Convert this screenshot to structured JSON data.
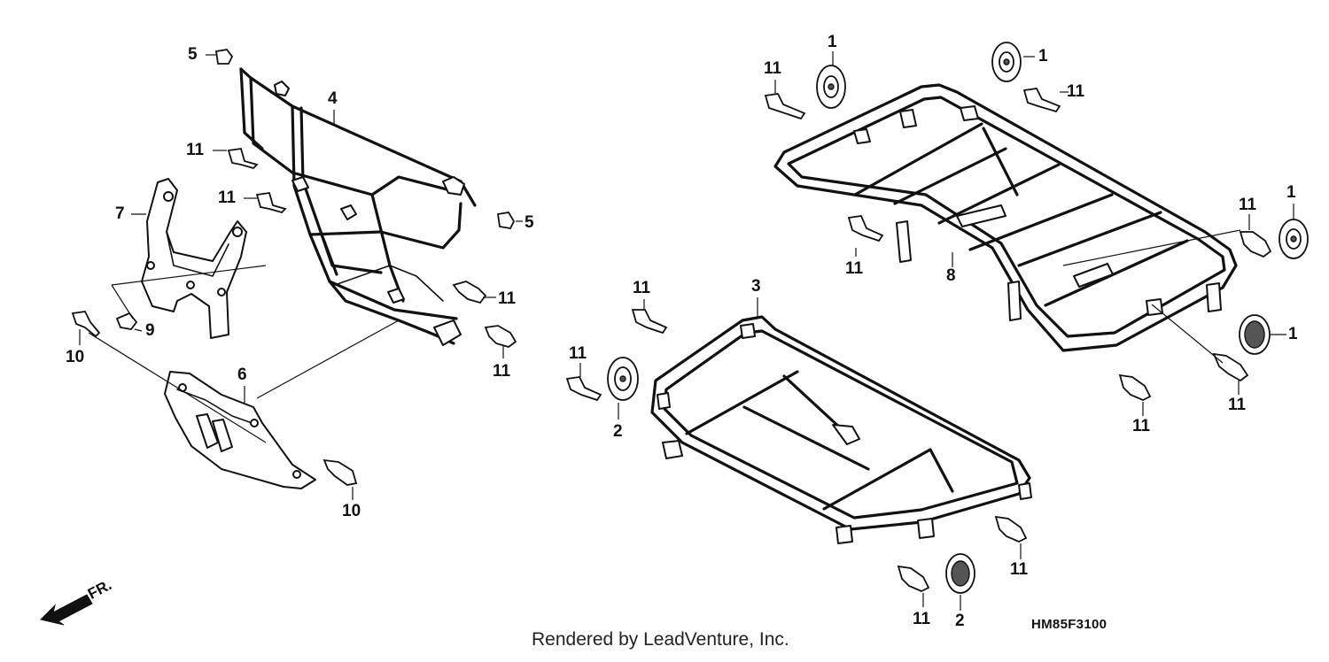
{
  "diagram": {
    "code": "HM85F3100",
    "credit": "Rendered by LeadVenture, Inc.",
    "front_direction_label": "FR.",
    "callouts": [
      {
        "id": "c5a",
        "label": "5"
      },
      {
        "id": "c4",
        "label": "4"
      },
      {
        "id": "c11a",
        "label": "11"
      },
      {
        "id": "c11b",
        "label": "11"
      },
      {
        "id": "c5b",
        "label": "5"
      },
      {
        "id": "c7",
        "label": "7"
      },
      {
        "id": "c11c",
        "label": "11"
      },
      {
        "id": "c11d",
        "label": "11"
      },
      {
        "id": "c9",
        "label": "9"
      },
      {
        "id": "c10a",
        "label": "10"
      },
      {
        "id": "c6",
        "label": "6"
      },
      {
        "id": "c10b",
        "label": "10"
      },
      {
        "id": "c1a",
        "label": "1"
      },
      {
        "id": "c11e",
        "label": "11"
      },
      {
        "id": "c1b",
        "label": "1"
      },
      {
        "id": "c11f",
        "label": "11"
      },
      {
        "id": "c11g",
        "label": "11"
      },
      {
        "id": "c1c",
        "label": "1"
      },
      {
        "id": "c11h",
        "label": "11"
      },
      {
        "id": "c8",
        "label": "8"
      },
      {
        "id": "c11i",
        "label": "11"
      },
      {
        "id": "c3",
        "label": "3"
      },
      {
        "id": "c11j",
        "label": "11"
      },
      {
        "id": "c2a",
        "label": "2"
      },
      {
        "id": "c1d",
        "label": "1"
      },
      {
        "id": "c11k",
        "label": "11"
      },
      {
        "id": "c11l",
        "label": "11"
      },
      {
        "id": "c11m",
        "label": "11"
      },
      {
        "id": "c11n",
        "label": "11"
      },
      {
        "id": "c2b",
        "label": "2"
      }
    ]
  }
}
